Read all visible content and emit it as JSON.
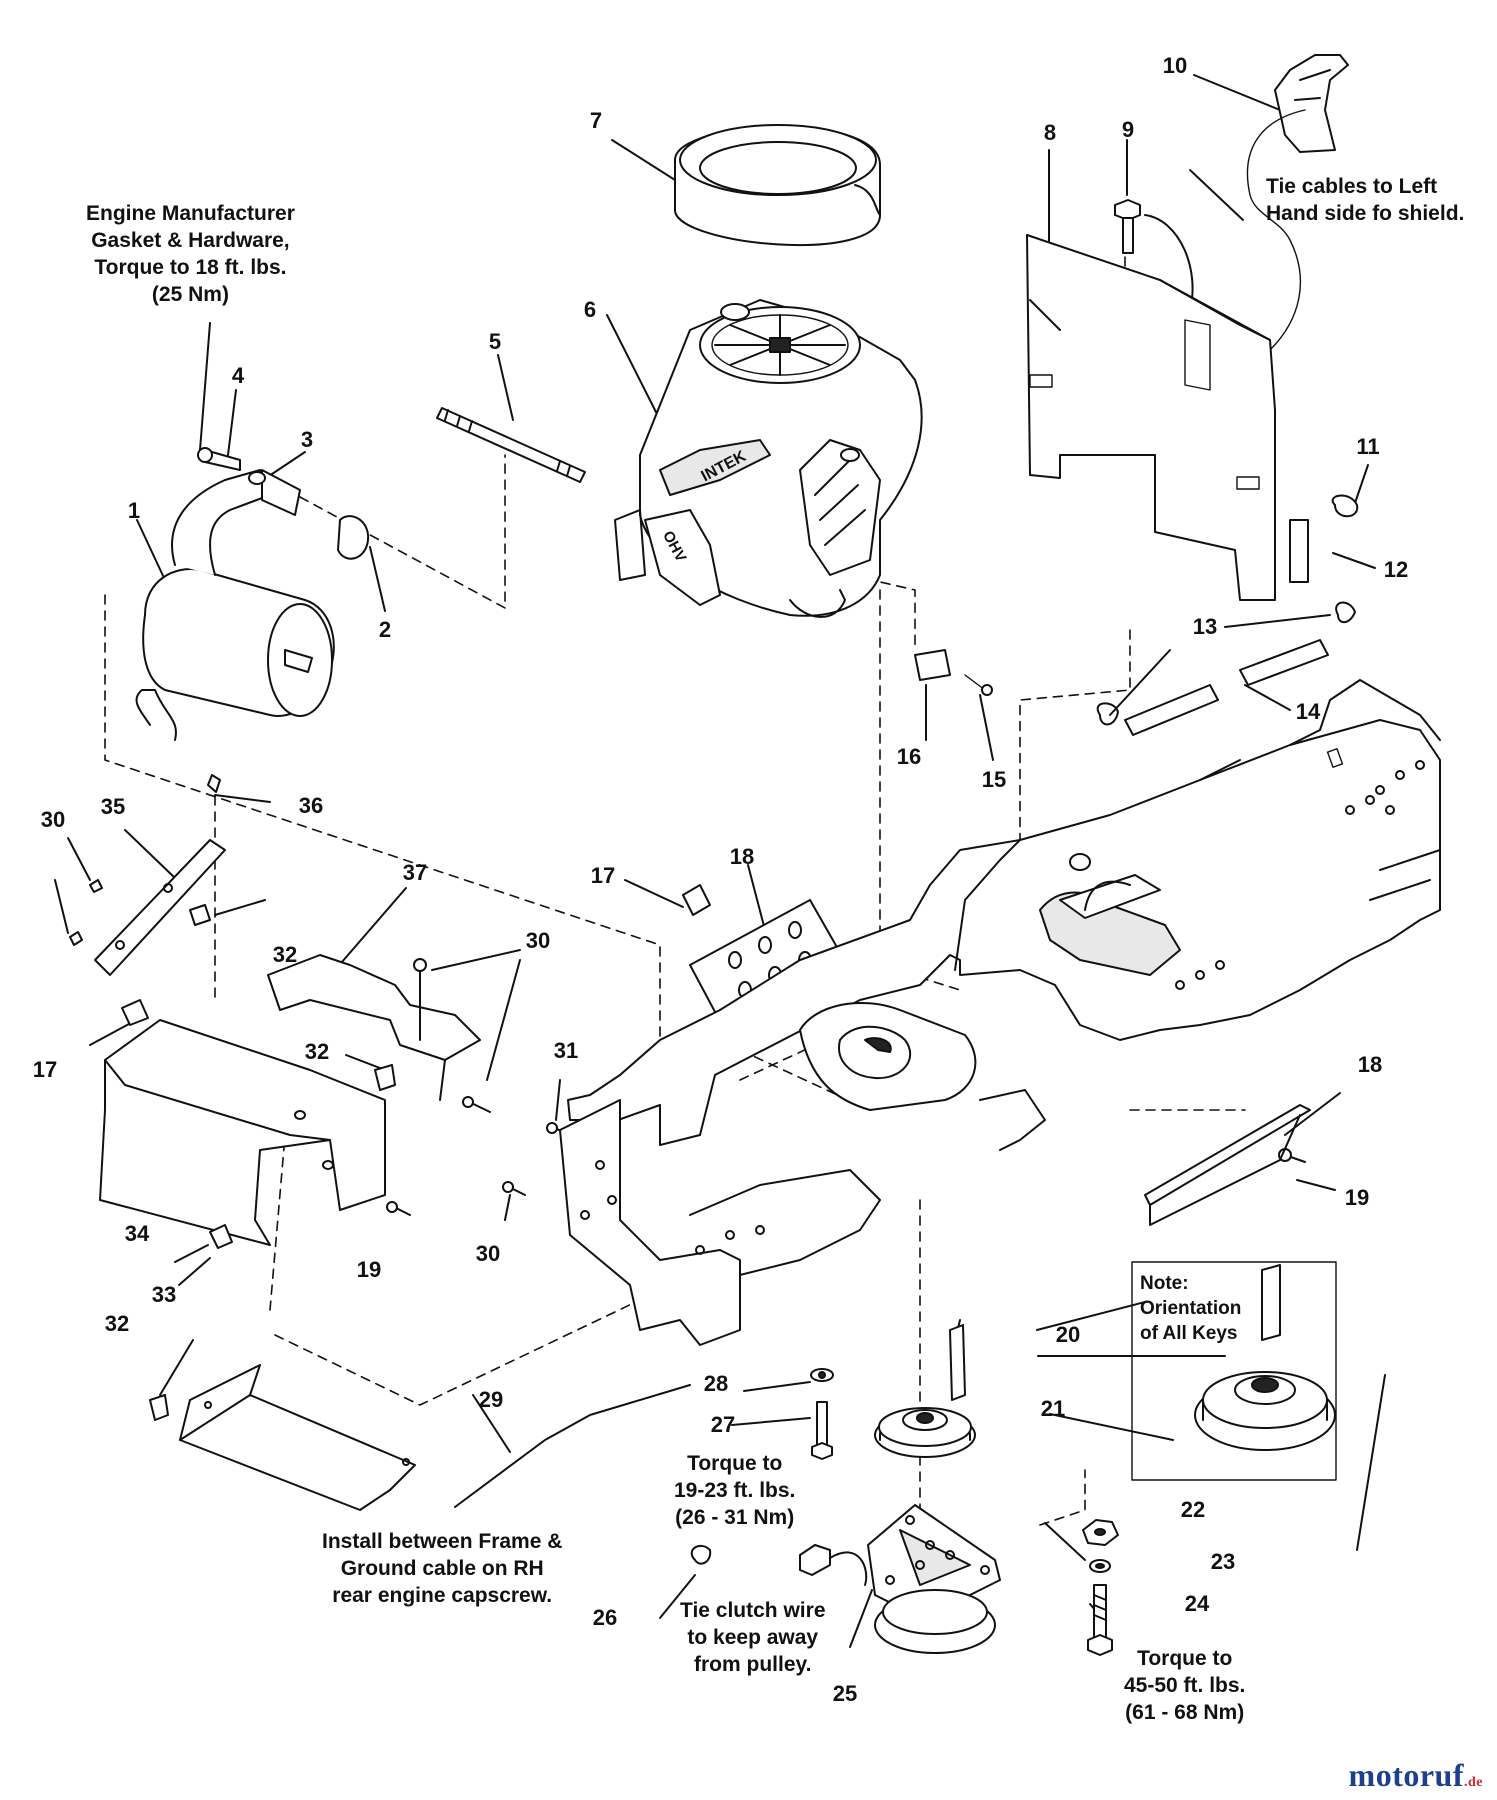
{
  "callouts": {
    "c1": "1",
    "c2": "2",
    "c3": "3",
    "c4": "4",
    "c5": "5",
    "c6": "6",
    "c7": "7",
    "c8": "8",
    "c9": "9",
    "c10": "10",
    "c11": "11",
    "c12": "12",
    "c13": "13",
    "c14": "14",
    "c15": "15",
    "c16": "16",
    "c17a": "17",
    "c17b": "17",
    "c18a": "18",
    "c18b": "18",
    "c19a": "19",
    "c19b": "19",
    "c20": "20",
    "c21": "21",
    "c22": "22",
    "c23": "23",
    "c24": "24",
    "c25": "25",
    "c26": "26",
    "c27": "27",
    "c28": "28",
    "c29": "29",
    "c30a": "30",
    "c30b": "30",
    "c30c": "30",
    "c31": "31",
    "c32a": "32",
    "c32b": "32",
    "c32c": "32",
    "c33": "33",
    "c34": "34",
    "c35": "35",
    "c36": "36",
    "c37": "37"
  },
  "notes": {
    "engine_gasket": [
      "Engine Manufacturer",
      "Gasket & Hardware,",
      "Torque to 18 ft. lbs.",
      "(25 Nm)"
    ],
    "tie_cables": [
      "Tie cables to Left",
      "Hand side fo shield."
    ],
    "torque_27": [
      "Torque to",
      "19-23 ft. lbs.",
      "(26 - 31 Nm)"
    ],
    "ground_cable": [
      "Install between Frame &",
      "Ground cable on RH",
      "rear engine capscrew."
    ],
    "tie_clutch": [
      "Tie clutch wire",
      "to keep away",
      "from pulley."
    ],
    "torque_24": [
      "Torque to",
      "45-50 ft. lbs.",
      "(61 - 68 Nm)"
    ],
    "key_orientation": [
      "Note:",
      "Orientation",
      "of All Keys"
    ]
  },
  "logos": {
    "engine_brand": "INTEK",
    "engine_valve": "OHV"
  },
  "watermark": {
    "name": "motoruf",
    "suffix": ".de",
    "color_primary": "#1c3f8f",
    "color_accent": "#c9282d"
  }
}
